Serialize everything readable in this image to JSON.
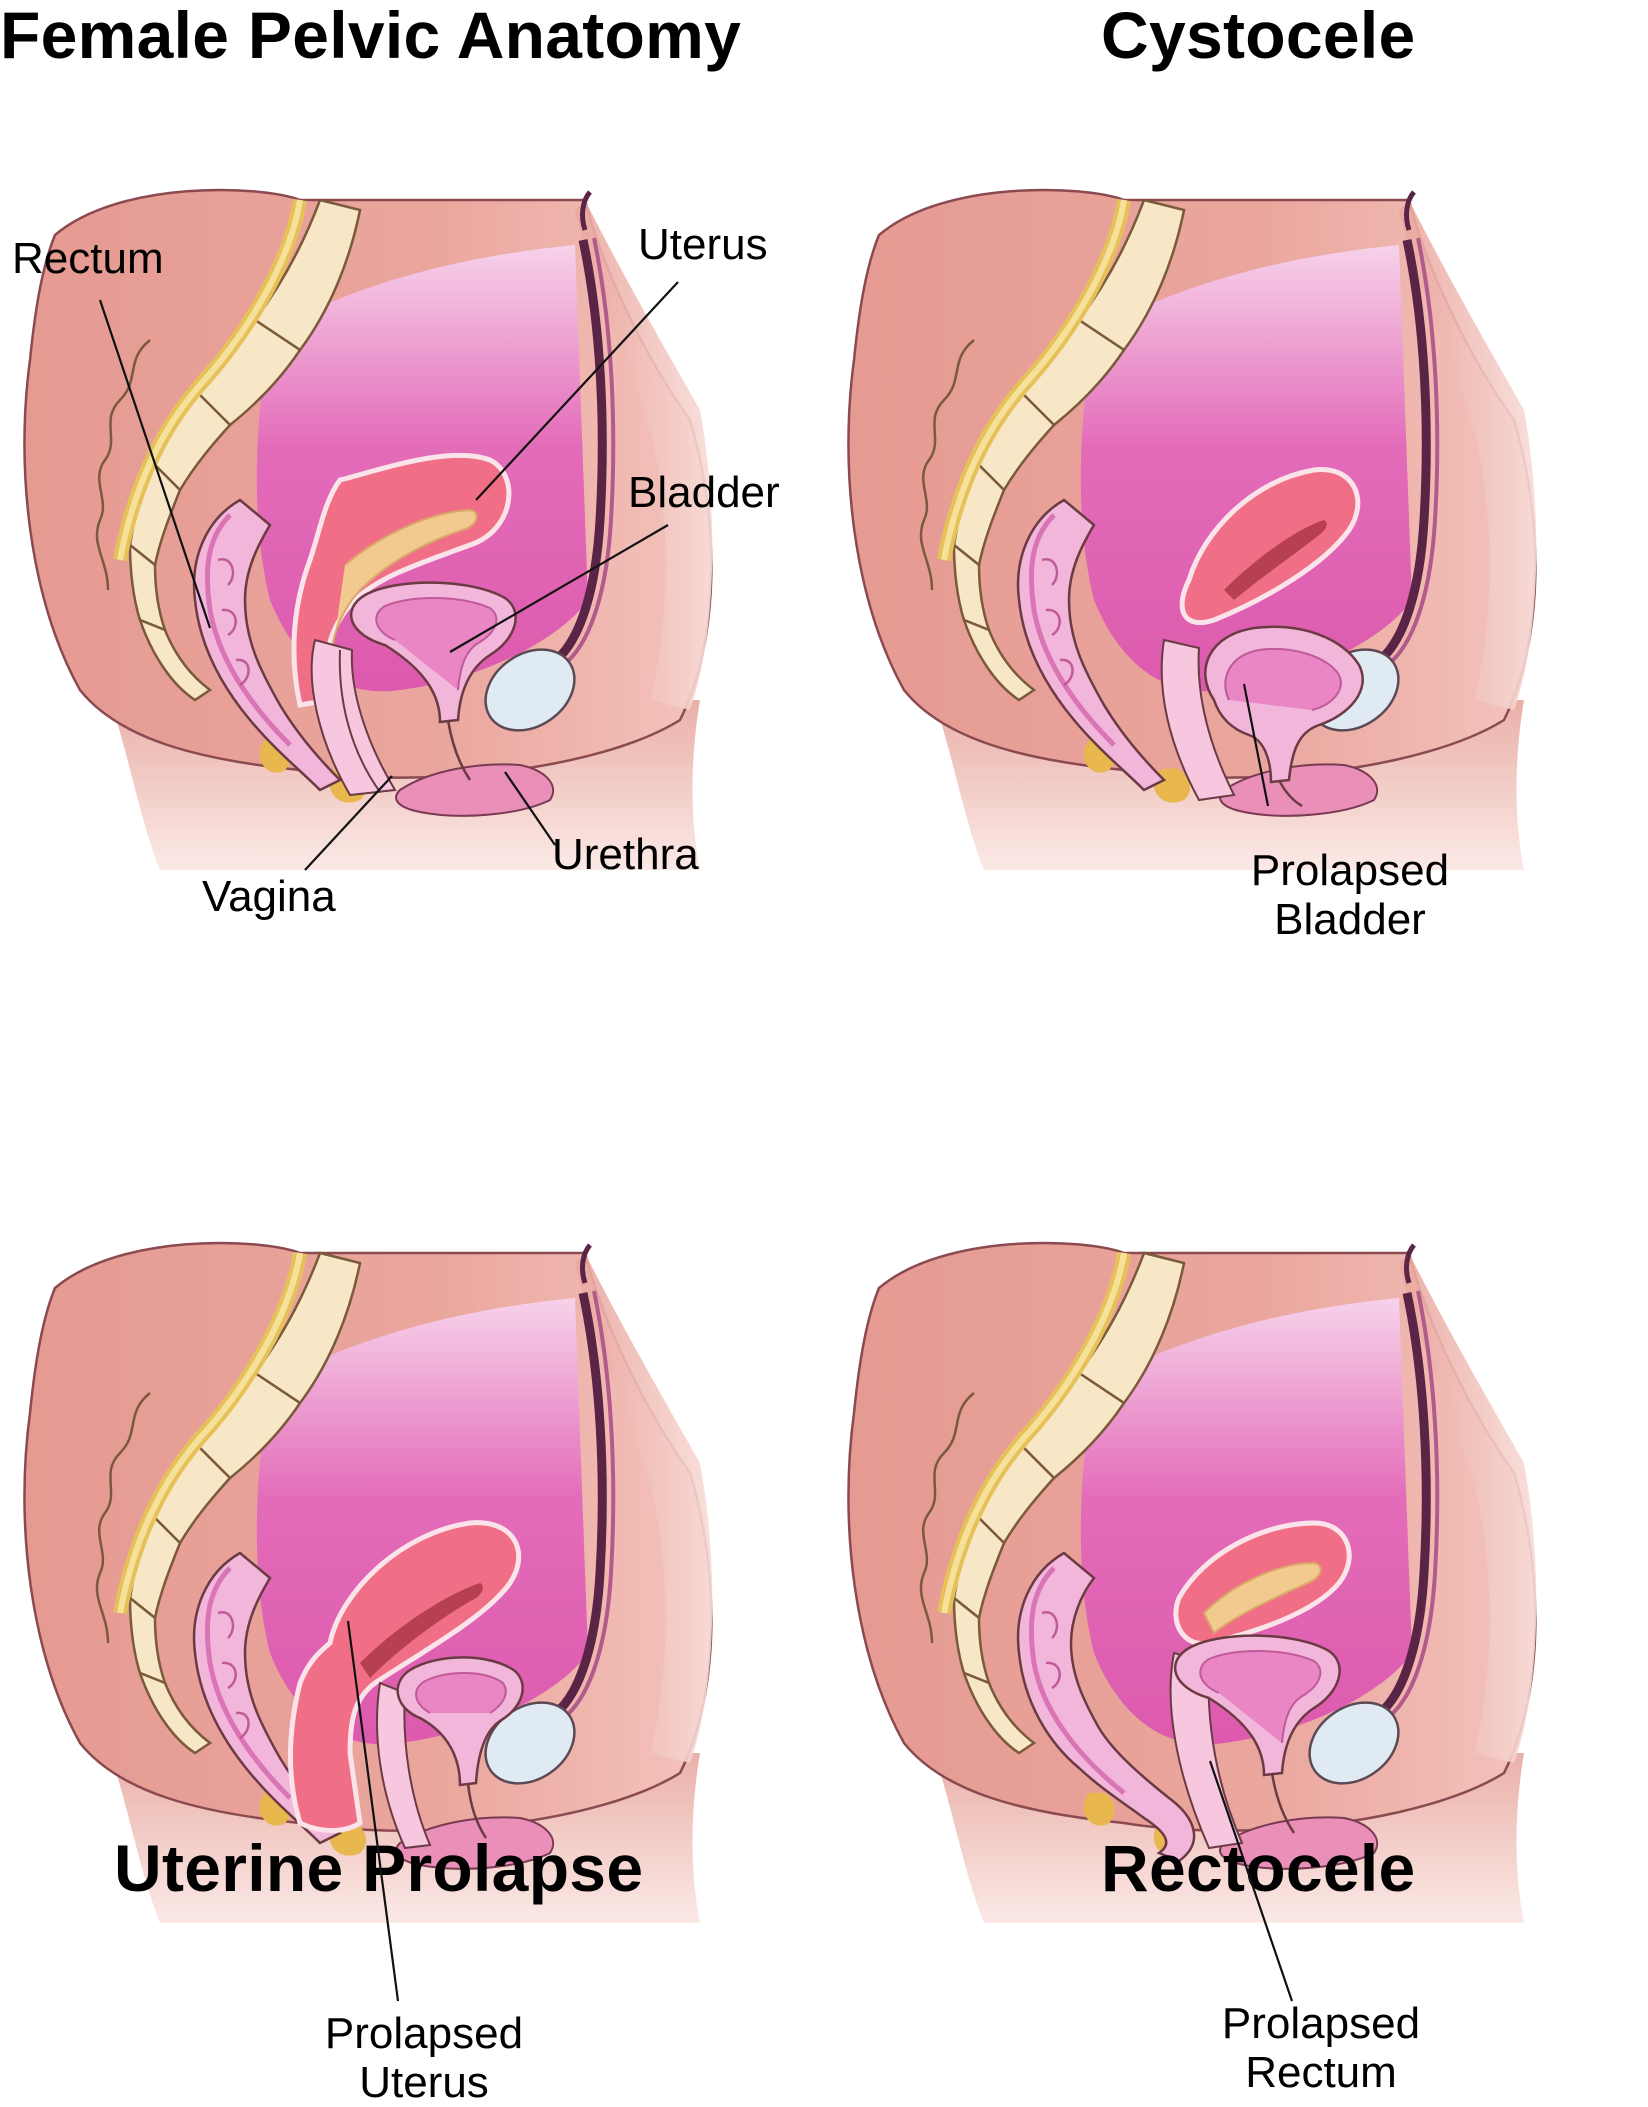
{
  "panels": [
    {
      "title": "Female Pelvic Anatomy",
      "labels": {
        "rectum": "Rectum",
        "uterus": "Uterus",
        "bladder": "Bladder",
        "urethra": "Urethra",
        "vagina": "Vagina"
      },
      "condition": "normal"
    },
    {
      "title": "Cystocele",
      "labels": {
        "line1": "Prolapsed",
        "line2": "Bladder"
      },
      "condition": "cystocele"
    },
    {
      "title": "Uterine Prolapse",
      "labels": {
        "line1": "Prolapsed",
        "line2": "Uterus"
      },
      "condition": "uterine-prolapse"
    },
    {
      "title": "Rectocele",
      "labels": {
        "line1": "Prolapsed",
        "line2": "Rectum"
      },
      "condition": "rectocele"
    }
  ],
  "colors": {
    "body": "#e9a39a",
    "body_light": "#f6d3cd",
    "pelvic_cavity": "#e36cb9",
    "uterus": "#f06f87",
    "organ_pink": "#f1a7d4",
    "bone": "#f7e7c6",
    "cartilage": "#cfe2ec",
    "spinal_cord": "#f2d77c",
    "pubic_bone": "#dfeaf3",
    "muscle": "#e8b84f",
    "outline": "#6b3a42"
  }
}
